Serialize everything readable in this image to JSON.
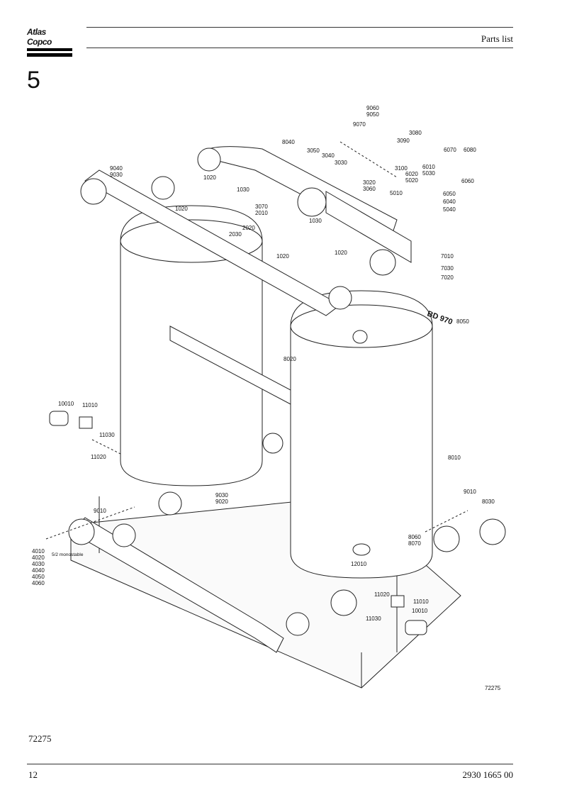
{
  "header": {
    "logo_text": "Atlas Copco",
    "title": "Parts list"
  },
  "section": {
    "number": "5"
  },
  "diagram": {
    "model_label": "BD 970",
    "drawing_number": "72275",
    "mode_note": "5/2 monostable",
    "callouts": [
      {
        "id": "c9060",
        "text": "9060\n9050"
      },
      {
        "id": "c9070",
        "text": "9070"
      },
      {
        "id": "c3080",
        "text": "3080"
      },
      {
        "id": "c3090",
        "text": "3090"
      },
      {
        "id": "c6070",
        "text": "6070"
      },
      {
        "id": "c6080",
        "text": "6080"
      },
      {
        "id": "c8040",
        "text": "8040"
      },
      {
        "id": "c3050",
        "text": "3050"
      },
      {
        "id": "c3040",
        "text": "3040"
      },
      {
        "id": "c3030",
        "text": "3030"
      },
      {
        "id": "c3100",
        "text": "3100"
      },
      {
        "id": "c6010",
        "text": "6010\n5030"
      },
      {
        "id": "c6020",
        "text": "6020\n5020"
      },
      {
        "id": "c6060",
        "text": "6060"
      },
      {
        "id": "c9040",
        "text": "9040\n9030"
      },
      {
        "id": "c1020a",
        "text": "1020"
      },
      {
        "id": "c3020",
        "text": "3020\n3060"
      },
      {
        "id": "c5010",
        "text": "5010"
      },
      {
        "id": "c6050",
        "text": "6050\n6040\n5040"
      },
      {
        "id": "c1030a",
        "text": "1030"
      },
      {
        "id": "c3070",
        "text": "3070\n2010"
      },
      {
        "id": "c1020b",
        "text": "1020"
      },
      {
        "id": "c2030",
        "text": "2030"
      },
      {
        "id": "c2020",
        "text": "2020"
      },
      {
        "id": "c1030b",
        "text": "1030"
      },
      {
        "id": "c7010",
        "text": "7010"
      },
      {
        "id": "c1020c",
        "text": "1020"
      },
      {
        "id": "c1020d",
        "text": "1020"
      },
      {
        "id": "c7030",
        "text": "7030"
      },
      {
        "id": "c7020",
        "text": "7020"
      },
      {
        "id": "c8050",
        "text": "8050"
      },
      {
        "id": "c8020",
        "text": "8020"
      },
      {
        "id": "c10010a",
        "text": "10010"
      },
      {
        "id": "c11010a",
        "text": "11010"
      },
      {
        "id": "c11030a",
        "text": "11030"
      },
      {
        "id": "c11020a",
        "text": "11020"
      },
      {
        "id": "c8010",
        "text": "8010"
      },
      {
        "id": "c9010a",
        "text": "9010"
      },
      {
        "id": "c9030b",
        "text": "9030\n9020"
      },
      {
        "id": "c9010b",
        "text": "9010"
      },
      {
        "id": "c8030",
        "text": "8030"
      },
      {
        "id": "c4010",
        "text": "4010\n4020\n4030\n4040\n4050\n4060"
      },
      {
        "id": "c8060",
        "text": "8060\n8070"
      },
      {
        "id": "c12010",
        "text": "12010"
      },
      {
        "id": "c11020b",
        "text": "11020"
      },
      {
        "id": "c11010b",
        "text": "11010"
      },
      {
        "id": "c10010b",
        "text": "10010"
      },
      {
        "id": "c11030b",
        "text": "11030"
      }
    ]
  },
  "footer": {
    "figure_ref": "72275",
    "page_number": "12",
    "doc_number": "2930 1665 00"
  }
}
